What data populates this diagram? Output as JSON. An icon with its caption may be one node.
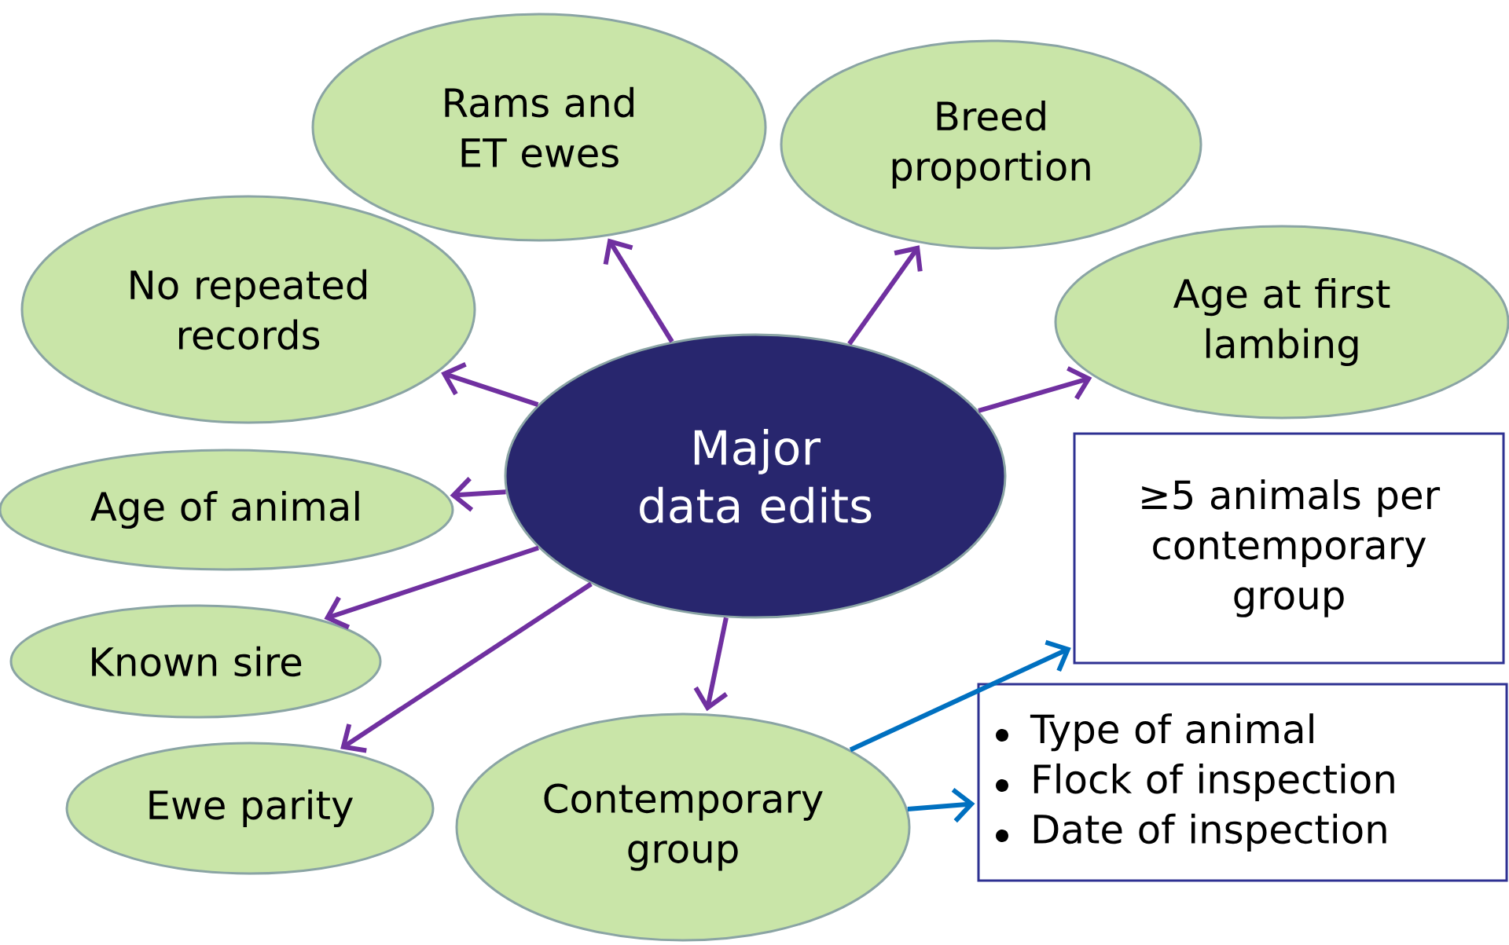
{
  "diagram": {
    "nodes": [
      {
        "text": [
          "Rams and ET ewes"
        ]
      },
      {
        "text": [
          "Breed proportion"
        ]
      },
      {
        "text": [
          "No repeated records"
        ]
      },
      {
        "text": [
          "Age at first lambing"
        ]
      },
      {
        "text": [
          "Major data edits"
        ]
      },
      {
        "text": [
          "≥5 animals per contemporary group"
        ]
      },
      {
        "text": [
          "Age of animal"
        ]
      },
      {
        "text": [
          "Known sire"
        ]
      },
      {
        "text": [
          "Contemporary group"
        ]
      },
      {
        "text": [
          "Type of animal",
          "Flock of inspection",
          "Date of inspection"
        ]
      },
      {
        "text": [
          "Ewe parity"
        ]
      }
    ],
    "edges": [
      {
        "from": 4,
        "to": 0,
        "arrow": "to"
      },
      {
        "from": 4,
        "to": 1,
        "arrow": "to"
      },
      {
        "from": 4,
        "to": 2,
        "arrow": "to"
      },
      {
        "from": 4,
        "to": 3,
        "arrow": "to"
      },
      {
        "from": 4,
        "to": 6,
        "arrow": "to"
      },
      {
        "from": 4,
        "to": 7,
        "arrow": "to"
      },
      {
        "from": 4,
        "to": 10,
        "arrow": "to"
      },
      {
        "from": 4,
        "to": 8,
        "arrow": "to"
      },
      {
        "from": 8,
        "to": 5,
        "arrow": "to",
        "color": "#0070c0"
      },
      {
        "from": 8,
        "to": 9,
        "arrow": "to",
        "color": "#0070c0"
      }
    ]
  }
}
